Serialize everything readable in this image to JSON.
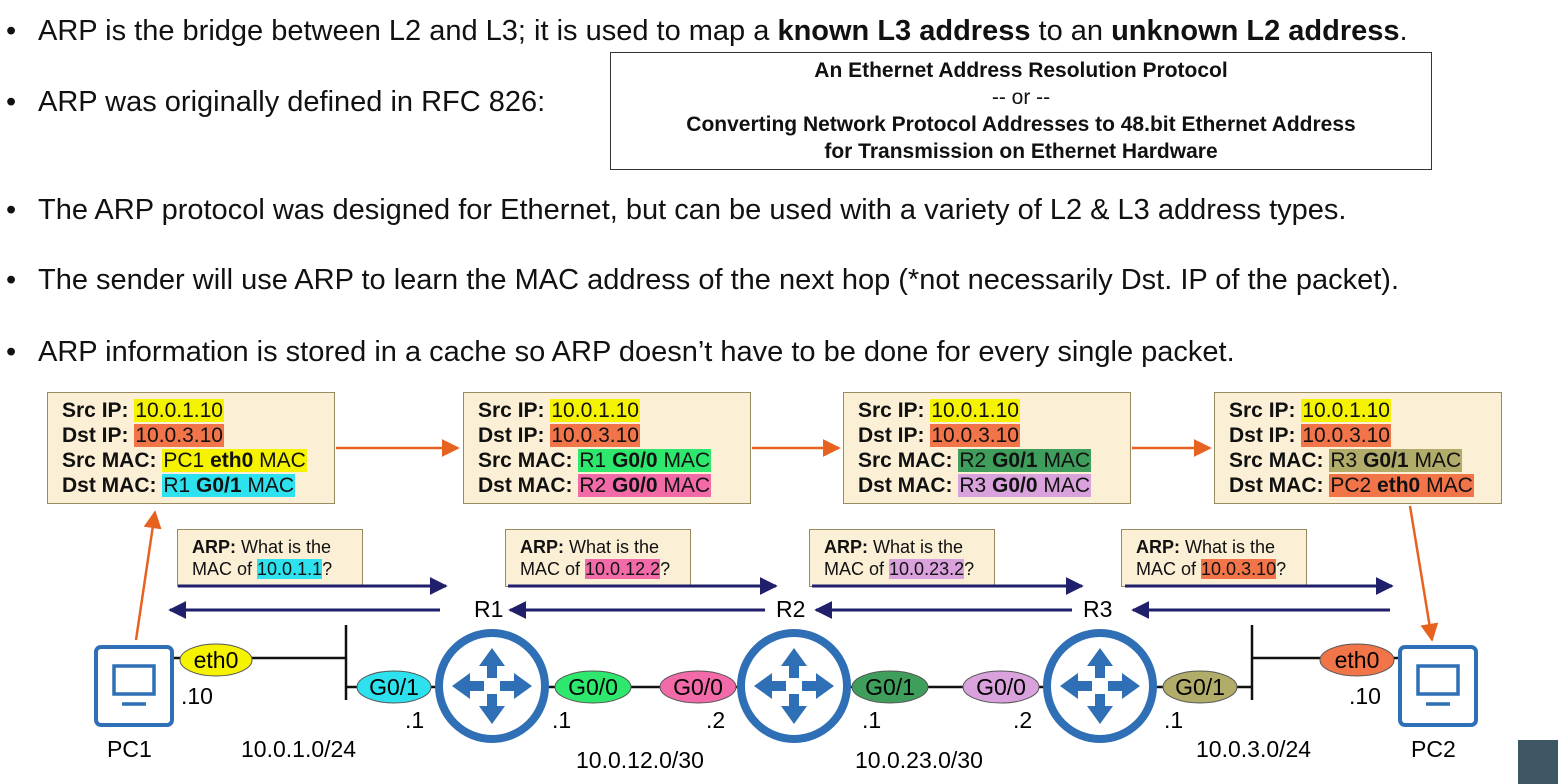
{
  "bullets": [
    {
      "parts": [
        {
          "t": "ARP is the bridge between L2 and L3; it is used to map a ",
          "b": false
        },
        {
          "t": "known L3 address",
          "b": true
        },
        {
          "t": " to an ",
          "b": false
        },
        {
          "t": "unknown L2 address",
          "b": true
        },
        {
          "t": ".",
          "b": false
        }
      ]
    },
    {
      "parts": [
        {
          "t": "ARP was originally defined in RFC 826:",
          "b": false
        }
      ]
    },
    {
      "parts": [
        {
          "t": "The ARP protocol was designed for Ethernet, but can be used with a variety of L2 & L3 address types.",
          "b": false
        }
      ]
    },
    {
      "parts": [
        {
          "t": "The sender will use ARP to learn the MAC address of the next hop (*not necessarily Dst. IP of the packet).",
          "b": false
        }
      ]
    },
    {
      "parts": [
        {
          "t": "ARP information is stored in a cache so ARP doesn’t have to be done for every single packet.",
          "b": false
        }
      ]
    }
  ],
  "bullet_symbol": "•",
  "rfc": {
    "line1": "An Ethernet Address Resolution Protocol",
    "or": "-- or --",
    "line2": "Converting Network Protocol Addresses to 48.bit Ethernet Address",
    "line3": "for Transmission on Ethernet Hardware"
  },
  "packet_labels": {
    "src_ip": "Src IP:",
    "dst_ip": "Dst IP:",
    "src_mac": "Src MAC:",
    "dst_mac": "Dst MAC:"
  },
  "packets": [
    {
      "src_ip": "10.0.1.10",
      "dst_ip": "10.0.3.10",
      "src_mac": {
        "dev": "PC1",
        "ifc": "eth0",
        "suffix": "MAC",
        "color": "#f5f300"
      },
      "dst_mac": {
        "dev": "R1",
        "ifc": "G0/1",
        "suffix": "MAC",
        "color": "#2de2ee"
      }
    },
    {
      "src_ip": "10.0.1.10",
      "dst_ip": "10.0.3.10",
      "src_mac": {
        "dev": "R1",
        "ifc": "G0/0",
        "suffix": "MAC",
        "color": "#2ee86e"
      },
      "dst_mac": {
        "dev": "R2",
        "ifc": "G0/0",
        "suffix": "MAC",
        "color": "#f26aa8"
      }
    },
    {
      "src_ip": "10.0.1.10",
      "dst_ip": "10.0.3.10",
      "src_mac": {
        "dev": "R2",
        "ifc": "G0/1",
        "suffix": "MAC",
        "color": "#3f9e5c"
      },
      "dst_mac": {
        "dev": "R3",
        "ifc": "G0/0",
        "suffix": "MAC",
        "color": "#d9a2dd"
      }
    },
    {
      "src_ip": "10.0.1.10",
      "dst_ip": "10.0.3.10",
      "src_mac": {
        "dev": "R3",
        "ifc": "G0/1",
        "suffix": "MAC",
        "color": "#b1ac6a"
      },
      "dst_mac": {
        "dev": "PC2",
        "ifc": "eth0",
        "suffix": "MAC",
        "color": "#f2754a"
      }
    }
  ],
  "ip_colors": {
    "src": "#f5f300",
    "dst": "#f2754a"
  },
  "arp_requests": [
    {
      "label": "ARP:",
      "text1": "What is the",
      "text2": "MAC of",
      "ip": "10.0.1.1",
      "q": "?",
      "color": "#2de2ee"
    },
    {
      "label": "ARP:",
      "text1": "What is the",
      "text2": "MAC of",
      "ip": "10.0.12.2",
      "q": "?",
      "color": "#f26aa8"
    },
    {
      "label": "ARP:",
      "text1": "What is the",
      "text2": "MAC of",
      "ip": "10.0.23.2",
      "q": "?",
      "color": "#d9a2dd"
    },
    {
      "label": "ARP:",
      "text1": "What is the",
      "text2": "MAC of",
      "ip": "10.0.3.10",
      "q": "?",
      "color": "#f2754a"
    }
  ],
  "topology": {
    "pc1": "PC1",
    "pc2": "PC2",
    "pc1_if": {
      "name": "eth0",
      "color": "#f5f300"
    },
    "pc2_if": {
      "name": "eth0",
      "color": "#f2754a"
    },
    "pc1_host": ".10",
    "pc2_host": ".10",
    "routers": [
      "R1",
      "R2",
      "R3"
    ],
    "r1_g01": {
      "name": "G0/1",
      "color": "#2de2ee",
      "host": ".1"
    },
    "r1_g00": {
      "name": "G0/0",
      "color": "#2ee86e",
      "host": ".1"
    },
    "r2_g00": {
      "name": "G0/0",
      "color": "#f26aa8",
      "host": ".2"
    },
    "r2_g01": {
      "name": "G0/1",
      "color": "#3f9e5c",
      "host": ".1"
    },
    "r3_g00": {
      "name": "G0/0",
      "color": "#d9a2dd",
      "host": ".2"
    },
    "r3_g01": {
      "name": "G0/1",
      "color": "#b1ac6a",
      "host": ".1"
    },
    "networks": [
      "10.0.1.0/24",
      "10.0.12.0/30",
      "10.0.23.0/30",
      "10.0.3.0/24"
    ]
  },
  "colors": {
    "router": "#2f6fb5",
    "pc": "#2f6fb5",
    "packet_arrow": "#e8621f",
    "arp_arrow": "#1f1f6b"
  }
}
